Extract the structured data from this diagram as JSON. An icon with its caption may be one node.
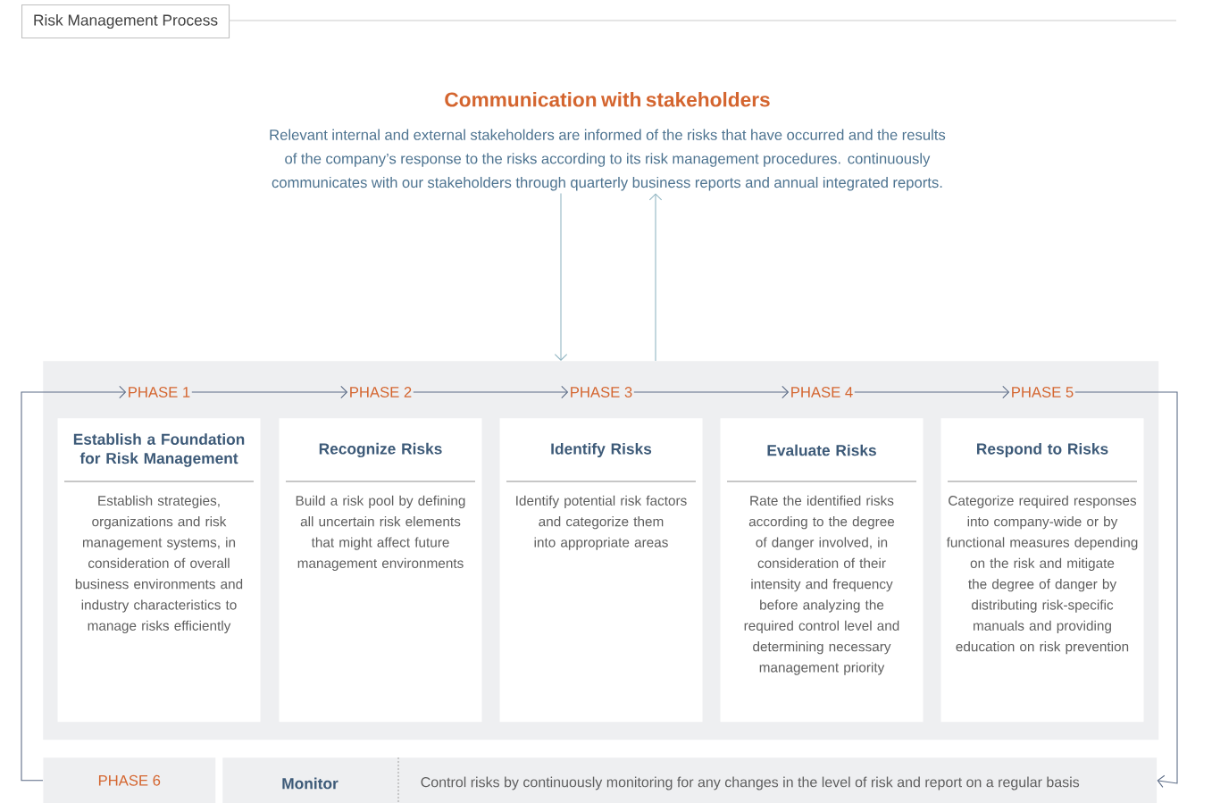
{
  "diagram": {
    "nodes": [
      {
        "text": [
          "Risk Management Process"
        ]
      },
      {
        "text": [
          "Communication with stakeholders",
          "Relevant internal and external stakeholders are informed of the risks that have occurred and the results of the company’s response to the risks according to its risk management procedures. continuously communicates with our stakeholders through quarterly business reports and annual integrated reports."
        ]
      },
      {
        "text": [],
        "shape": "box"
      },
      {
        "text": [
          "PHASE 1"
        ],
        "in": 2
      },
      {
        "text": [
          "Establish a Foundation for Risk Management",
          "Establish strategies, organizations and risk management systems, in consideration of overall business environments and industry characteristics to manage risks efficiently"
        ],
        "in": 2
      },
      {
        "text": [
          "PHASE 2"
        ],
        "in": 2
      },
      {
        "text": [
          "Recognize Risks",
          "Build a risk pool by defining all uncertain risk elements that might affect future management environments"
        ],
        "in": 2
      },
      {
        "text": [
          "PHASE 3"
        ],
        "in": 2
      },
      {
        "text": [
          "Identify Risks",
          "Identify potential risk factors and categorize them into appropriate areas"
        ],
        "in": 2
      },
      {
        "text": [
          "PHASE 4"
        ],
        "in": 2
      },
      {
        "text": [
          "Evaluate Risks",
          "Rate the identified risks according to the degree of danger involved, in consideration of their intensity and frequency before analyzing the required control level and determining necessary management priority"
        ],
        "in": 2
      },
      {
        "text": [
          "PHASE 5"
        ],
        "in": 2
      },
      {
        "text": [
          "Respond to Risks",
          "Categorize required responses into company-wide or by functional measures depending on the risk and mitigate the degree of danger by distributing risk-specific manuals and providing education on risk prevention"
        ],
        "in": 2
      },
      {
        "text": [
          "PHASE 6"
        ]
      },
      {
        "text": [
          "Monitor",
          "Control risks by continuously monitoring for any changes in the level of risk and report on a regular basis"
        ]
      }
    ],
    "edges": [
      {
        "from": 1,
        "to": 2,
        "arrow": "to",
        "color": "#8fb4c1"
      },
      {
        "from": 2,
        "to": 1,
        "arrow": "to",
        "color": "#8fb4c1"
      },
      {
        "from": 3,
        "to": 5,
        "arrow": "to"
      },
      {
        "from": 5,
        "to": 7,
        "arrow": "to"
      },
      {
        "from": 7,
        "to": 9,
        "arrow": "to"
      },
      {
        "from": 9,
        "to": 11,
        "arrow": "to"
      },
      {
        "from": 11,
        "to": 14,
        "arrow": "to"
      },
      {
        "from": 13,
        "to": 3,
        "arrow": "to"
      }
    ]
  }
}
